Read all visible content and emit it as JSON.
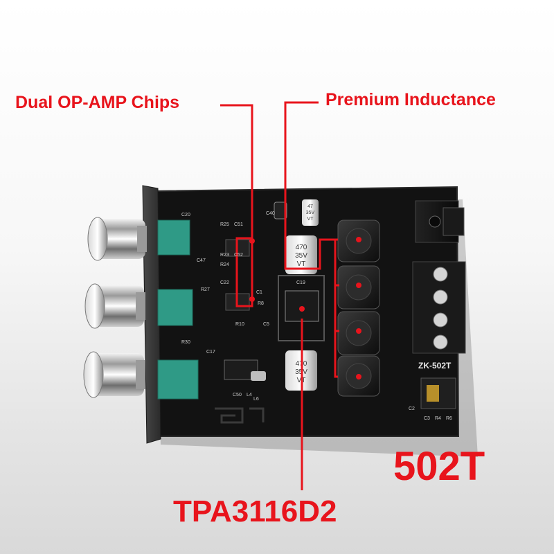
{
  "annotations": {
    "opamp_label": "Dual OP-AMP Chips",
    "inductance_label": "Premium Inductance",
    "model_label": "502T",
    "chip_label": "TPA3116D2"
  },
  "board": {
    "silkscreen_model": "ZK-502T",
    "capacitor_top_small": [
      "47",
      "35V",
      "VT"
    ],
    "capacitor_top_large": [
      "470",
      "35V",
      "VT"
    ],
    "capacitor_bottom_large": [
      "470",
      "35V",
      "VT"
    ],
    "component_refs": [
      "C20",
      "R25",
      "C51",
      "C40",
      "R23",
      "C52",
      "R24",
      "C22",
      "C47",
      "R27",
      "C19",
      "R30",
      "C17",
      "R10",
      "R8",
      "C5",
      "C50",
      "L4",
      "L6",
      "C3",
      "R4",
      "R6",
      "C2",
      "C1"
    ],
    "knob_count": 3,
    "inductor_count": 4,
    "terminal_count": 4
  },
  "colors": {
    "annotation": "#e8141c",
    "pcb": "#141414",
    "potentiometer": "#2f9a86",
    "background": "#f2f2f2"
  }
}
